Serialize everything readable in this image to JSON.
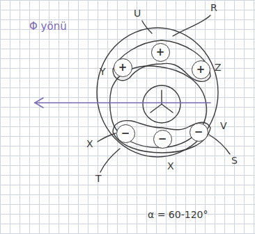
{
  "diagram": {
    "nodes": [
      {
        "text": [
          "+"
        ]
      },
      {
        "text": [
          "+"
        ]
      },
      {
        "text": [
          "+"
        ]
      },
      {
        "text": [
          "−"
        ]
      },
      {
        "text": [
          "−"
        ]
      },
      {
        "text": [
          "−"
        ]
      }
    ],
    "labels": [
      "Φ yönü",
      "U",
      "R",
      "Z",
      "Y",
      "V",
      "S",
      "X",
      "T",
      "X",
      "α = 60-120°"
    ]
  }
}
